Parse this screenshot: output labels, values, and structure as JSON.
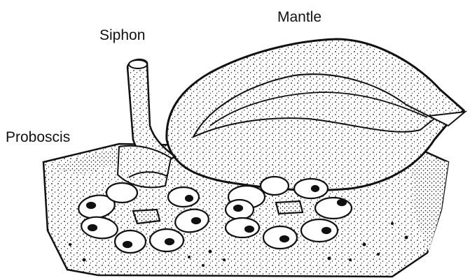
{
  "labels": {
    "mantle": "Mantle",
    "siphon": "Siphon",
    "proboscis": "Proboscis"
  },
  "colors": {
    "ink": "#111111",
    "paper": "#ffffff"
  }
}
